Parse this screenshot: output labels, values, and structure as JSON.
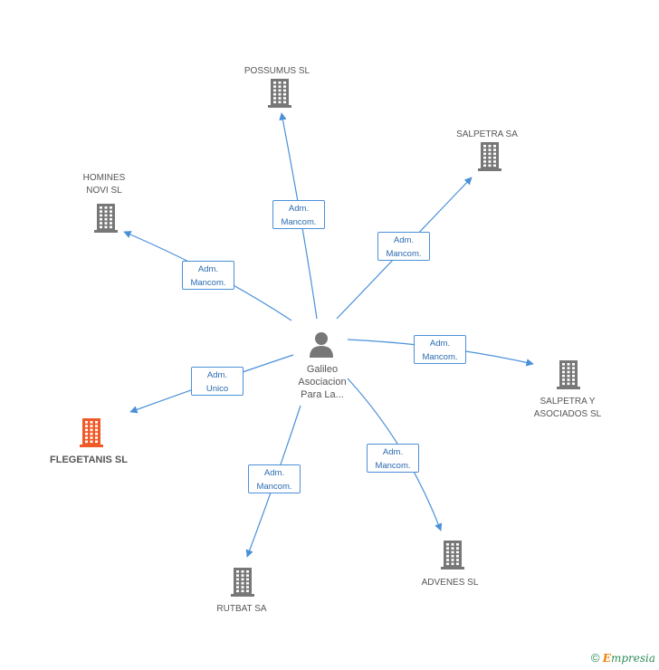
{
  "center": {
    "name": "Galileo\nAsociacion\nPara La..."
  },
  "nodes": [
    {
      "id": "possumus",
      "label": "POSSUMUS SL",
      "highlight": false
    },
    {
      "id": "salpetra",
      "label": "SALPETRA SA",
      "highlight": false
    },
    {
      "id": "homines",
      "label": "HOMINES\nNOVI SL",
      "highlight": false
    },
    {
      "id": "salpetra_asoc",
      "label": "SALPETRA Y\nASOCIADOS SL",
      "highlight": false
    },
    {
      "id": "flegetanis",
      "label": "FLEGETANIS SL",
      "highlight": true
    },
    {
      "id": "advenes",
      "label": "ADVENES SL",
      "highlight": false
    },
    {
      "id": "rutbat",
      "label": "RUTBAT SA",
      "highlight": false
    }
  ],
  "edges": [
    {
      "to": "possumus",
      "line1": "Adm.",
      "line2": "Mancom."
    },
    {
      "to": "salpetra",
      "line1": "Adm.",
      "line2": "Mancom."
    },
    {
      "to": "homines",
      "line1": "Adm.",
      "line2": "Mancom."
    },
    {
      "to": "salpetra_asoc",
      "line1": "Adm.",
      "line2": "Mancom."
    },
    {
      "to": "flegetanis",
      "line1": "Adm.",
      "line2": "Unico"
    },
    {
      "to": "advenes",
      "line1": "Adm.",
      "line2": "Mancom."
    },
    {
      "to": "rutbat",
      "line1": "Adm.",
      "line2": "Mancom."
    }
  ],
  "colors": {
    "edge": "#4a90d9",
    "building": "#777777",
    "highlight": "#f05a28",
    "person": "#777777"
  },
  "footer": {
    "copyright": "©",
    "brand_first": "E",
    "brand_rest": "mpresia"
  }
}
